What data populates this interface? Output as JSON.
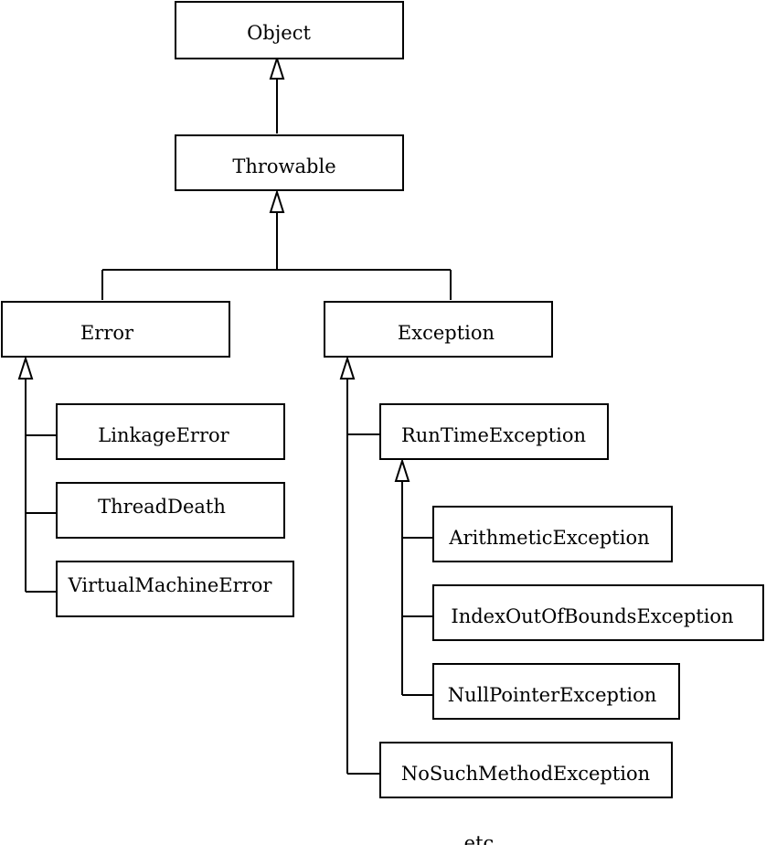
{
  "nodes": {
    "object": "Object",
    "throwable": "Throwable",
    "error": "Error",
    "exception": "Exception",
    "linkage_error": "LinkageError",
    "thread_death": "ThreadDeath",
    "virtual_machine_error": "VirtualMachineError",
    "runtime_exception": "RunTimeException",
    "arithmetic_exception": "ArithmeticException",
    "index_out_of_bounds_exception": "IndexOutOfBoundsException",
    "null_pointer_exception": "NullPointerException",
    "no_such_method_exception": "NoSuchMethodException"
  },
  "footer_text": "... etc."
}
